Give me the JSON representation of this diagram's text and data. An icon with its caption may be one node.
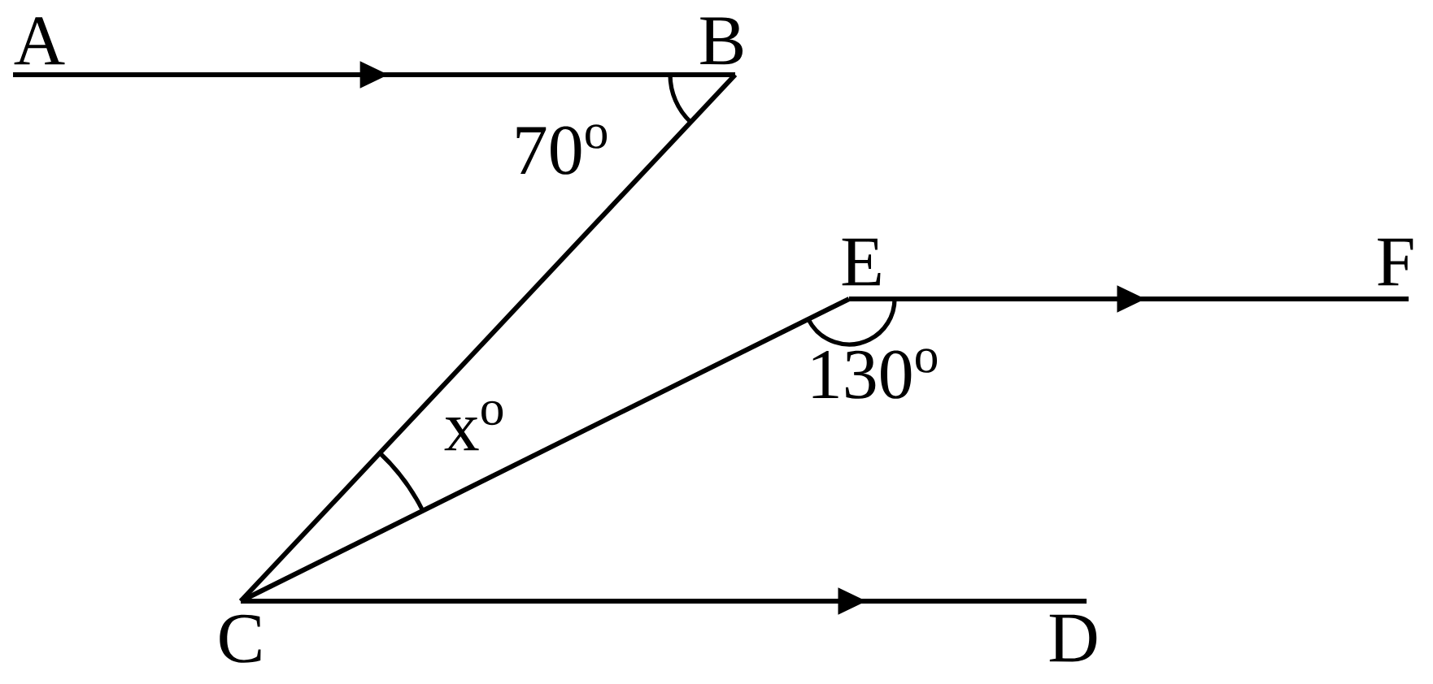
{
  "diagram": {
    "nodes": [
      {
        "text": [
          "A"
        ]
      },
      {
        "text": [
          "B"
        ]
      },
      {
        "text": [
          "C"
        ]
      },
      {
        "text": [
          "D"
        ]
      },
      {
        "text": [
          "E"
        ]
      },
      {
        "text": [
          "F"
        ]
      }
    ],
    "edges": [
      {
        "from": 0,
        "to": 1,
        "arrow": "to"
      },
      {
        "from": 1,
        "to": 2,
        "arrow": "none"
      },
      {
        "from": 4,
        "to": 5,
        "arrow": "to"
      },
      {
        "from": 2,
        "to": 4,
        "arrow": "none"
      },
      {
        "from": 2,
        "to": 3,
        "arrow": "to"
      }
    ],
    "labels": [
      "70$^{o}$",
      "x$^{o}$",
      "130$^{o}$"
    ]
  }
}
